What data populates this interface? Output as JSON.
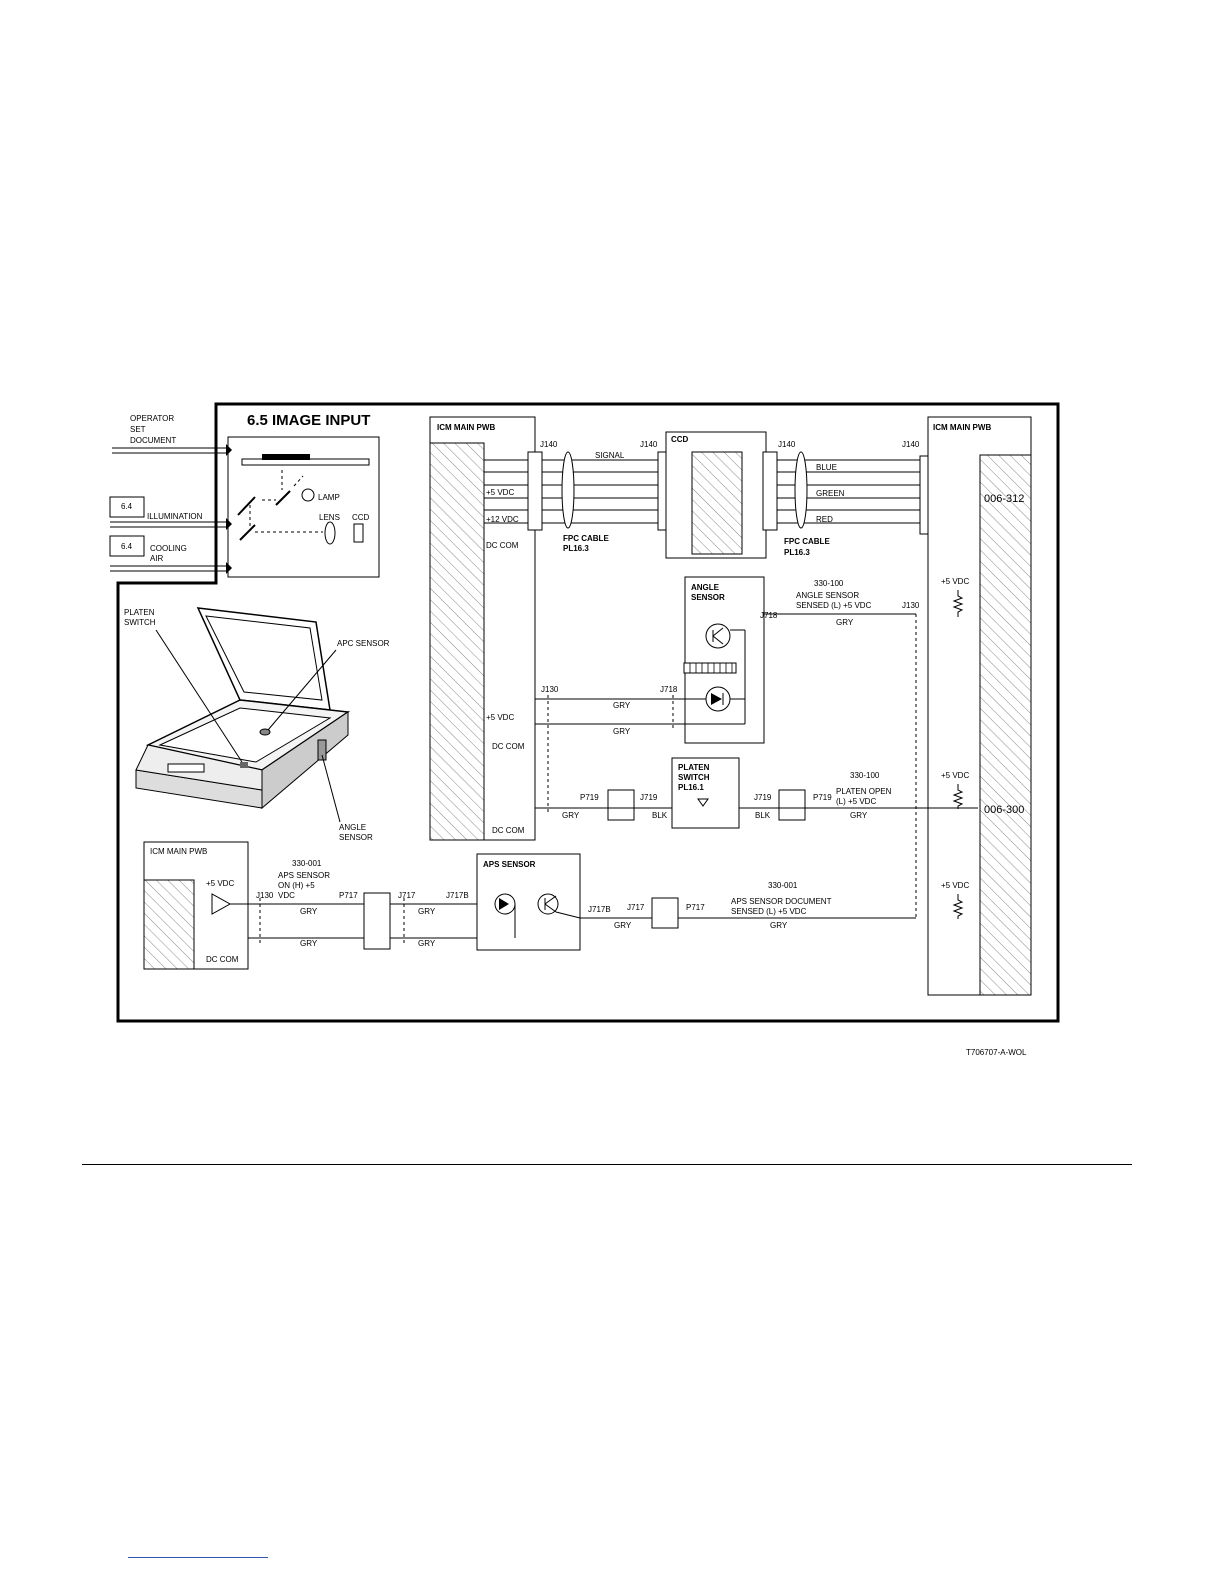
{
  "title": "6.5 IMAGE INPUT",
  "inputs": {
    "operator": [
      "OPERATOR",
      "SET",
      "DOCUMENT"
    ],
    "illumination_ref": "6.4",
    "illumination": "ILLUMINATION",
    "cooling_ref": "6.4",
    "cooling": [
      "COOLING",
      "AIR"
    ]
  },
  "optics": {
    "lamp": "LAMP",
    "lens": "LENS",
    "ccd": "CCD"
  },
  "scanner_callouts": {
    "platen_switch": [
      "PLATEN",
      "SWITCH"
    ],
    "apc_sensor": "APC SENSOR",
    "angle_sensor": [
      "ANGLE",
      "SENSOR"
    ]
  },
  "left_pwb": {
    "title": "ICM MAIN PWB",
    "p5vdc": "+5 VDC",
    "p12vdc": "+12 VDC",
    "dccom": "DC COM",
    "p5vdc_b": "+5 VDC",
    "dccom_b": "DC COM",
    "dccom_c": "DC COM"
  },
  "right_pwb": {
    "title": "ICM MAIN PWB",
    "j140": "J140",
    "j130": "J130",
    "code1": "006-312",
    "code2": "006-300",
    "vdc1": "+5 VDC",
    "vdc2": "+5 VDC",
    "vdc3": "+5 VDC"
  },
  "ccd_section": {
    "j140a": "J140",
    "signal": "SIGNAL",
    "j140b": "J140",
    "ccd": "CCD",
    "j140c": "J140",
    "blue": "BLUE",
    "green": "GREEN",
    "red": "RED",
    "fpc1": "FPC CABLE",
    "fpc1_pl": "PL16.3",
    "fpc2": "FPC CABLE",
    "fpc2_pl": "PL16.3"
  },
  "angle_sensor": {
    "title": [
      "ANGLE",
      "SENSOR"
    ],
    "ref": "330-100",
    "j718": "J718",
    "desc": [
      "ANGLE SENSOR",
      "SENSED (L) +5 VDC"
    ],
    "wire": "GRY",
    "j130": "J130",
    "j718b": "J718",
    "gry1": "GRY",
    "gry2": "GRY"
  },
  "platen_switch": {
    "title": [
      "PLATEN",
      "SWITCH",
      "PL16.1"
    ],
    "p719": "P719",
    "j719": "J719",
    "gry": "GRY",
    "blk": "BLK",
    "j719b": "J719",
    "p719b": "P719",
    "blk2": "BLK",
    "ref": "330-100",
    "desc": [
      "PLATEN OPEN",
      "(L) +5 VDC"
    ],
    "gry2": "GRY"
  },
  "aps_section": {
    "pwb_title": "ICM MAIN PWB",
    "p5vdc": "+5 VDC",
    "dccom": "DC COM",
    "j130": "J130",
    "ref": "330-001",
    "desc": [
      "APS SENSOR",
      "ON (H) +5",
      "VDC"
    ],
    "gry1": "GRY",
    "gry2": "GRY",
    "p717": "P717",
    "j717": "J717",
    "j717b": "J717B",
    "gry3": "GRY",
    "gry4": "GRY",
    "sensor_title": "APS SENSOR",
    "j717b2": "J717B",
    "j717_2": "J717",
    "p717_2": "P717",
    "gry5": "GRY",
    "ref2": "330-001",
    "desc2": [
      "APS SENSOR DOCUMENT",
      "SENSED (L) +5 VDC"
    ],
    "gry6": "GRY"
  },
  "figure_id": "T706707-A-WOL"
}
